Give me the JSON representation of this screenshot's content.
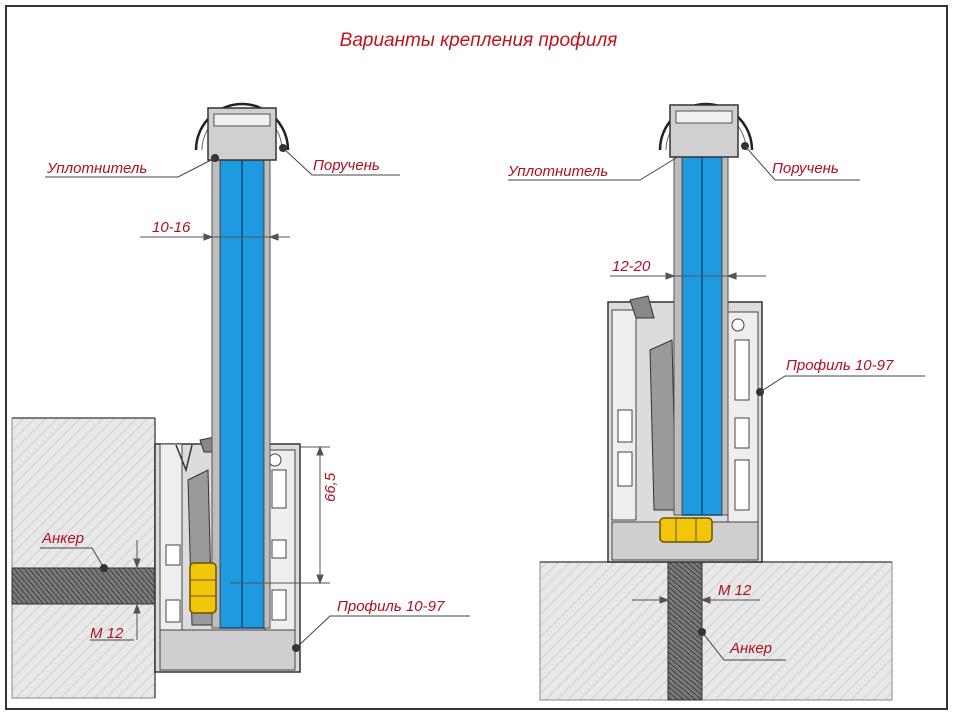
{
  "title": "Варианты крепления профиля",
  "left": {
    "seal": "Уплотнитель",
    "handrail": "Поручень",
    "glass_thickness": "10-16",
    "height": "66,5",
    "anchor": "Анкер",
    "thread": "M 12",
    "profile": "Профиль 10-97"
  },
  "right": {
    "seal": "Уплотнитель",
    "handrail": "Поручень",
    "glass_thickness": "12-20",
    "profile": "Профиль 10-97",
    "thread": "M 12",
    "anchor": "Анкер"
  },
  "colors": {
    "label_red": "#b01020",
    "glass_blue": "#1e9be0",
    "profile_gray": "#d8d8d8",
    "nut_yellow": "#f2c40a",
    "concrete": "#e4e4e4"
  }
}
